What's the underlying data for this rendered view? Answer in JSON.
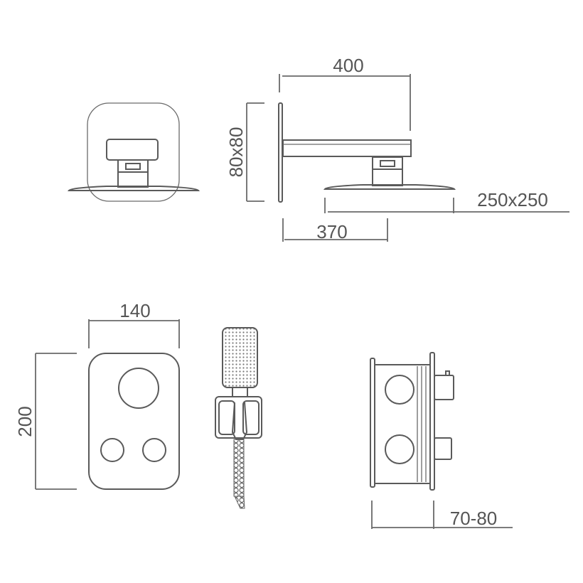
{
  "dimensions": {
    "arm_length": "400",
    "wall_plate": "80x80",
    "head_size": "250x250",
    "projection": "370",
    "panel_width": "140",
    "panel_height": "200",
    "valve_depth": "70-80"
  },
  "colors": {
    "line": "#5a5a5a",
    "text": "#555555"
  }
}
